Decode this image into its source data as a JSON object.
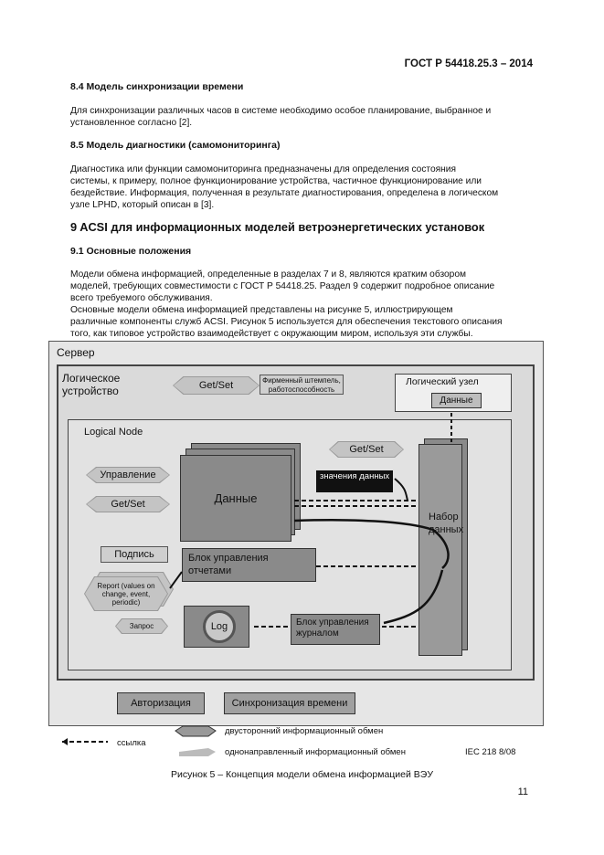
{
  "header": {
    "doc_id": "ГОСТ Р 54418.25.3 – 2014"
  },
  "sections": {
    "s84_title": "8.4 Модель синхронизации времени",
    "s84_p1a": "Для синхронизации различных часов в системе необходимо особое планирование, выбранное и",
    "s84_p1b": "установленное согласно [2].",
    "s85_title": "8.5 Модель диагностики (самомониторинга)",
    "s85_p1a": "Диагностика или функции самомониторинга предназначены для определения состояния",
    "s85_p1b": "системы, к примеру, полное функционирование устройства, частичное функционирование или",
    "s85_p1c": "бездействие. Информация, полученная в результате диагностирования, определена в логическом",
    "s85_p1d": "узле LPHD, который описан в [3].",
    "s9_title": "9 ACSI для информационных моделей ветроэнергетических установок",
    "s91_title": "9.1 Основные положения",
    "s91_p1a": "Модели обмена информацией, определенные в разделах 7 и 8, являются кратким обзором",
    "s91_p1b": "моделей, требующих совместимости с ГОСТ Р 54418.25. Раздел 9 содержит подробное описание",
    "s91_p1c": "всего требуемого обслуживания.",
    "s91_p2a": "Основные модели обмена информацией представлены на рисунке 5, иллюстрирующем",
    "s91_p2b": "различные компоненты служб ACSI. Рисунок 5 используется для обеспечения текстового описания",
    "s91_p2c": "того, как типовое устройство взаимодействует с окружающим миром, используя эти службы."
  },
  "figure": {
    "server": "Сервер",
    "logical_device": "Логическое устройство",
    "get_set_top": "Get/Set",
    "nameplate": "Фирменный штемпель, работоспособность",
    "logical_node_ru": "Логический узел",
    "data_small": "Данные",
    "logical_node_en": "Logical Node",
    "get_set_right": "Get/Set",
    "control": "Управление",
    "get_set_left": "Get/Set",
    "data_main": "Данные",
    "data_values": "значения данных",
    "dataset": "Набор данных",
    "subscribe": "Подпись",
    "report_ctrl": "Блок управления отчетами",
    "report": "Report (values on change, event, periodic)",
    "query": "Запрос",
    "log": "Log",
    "log_ctrl": "Блок управления журналом",
    "authorization": "Авторизация",
    "time_sync": "Синхронизация времени"
  },
  "legend": {
    "reference": "ссылка",
    "two_way": "двусторонний информационный обмен",
    "one_way": "однонаправленный информационный обмен",
    "iec_ref": "IEC  218 8/08"
  },
  "caption": "Рисунок 5 – Концепция модели обмена информацией ВЭУ",
  "page_number": "11"
}
